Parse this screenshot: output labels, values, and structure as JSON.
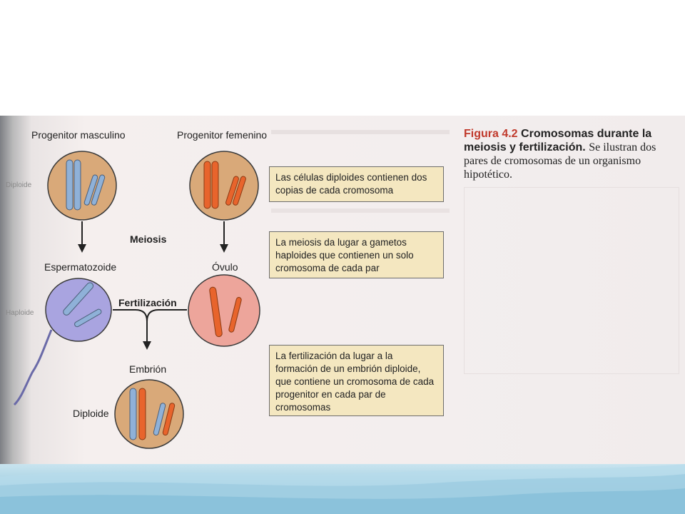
{
  "labels": {
    "male_parent": "Progenitor masculino",
    "female_parent": "Progenitor femenino",
    "side_diploid": "Diploide",
    "side_haploid": "Haploide",
    "meiosis": "Meiosis",
    "sperm": "Espermatozoide",
    "ovum": "Óvulo",
    "fertilization": "Fertilización",
    "embryo": "Embrión",
    "diploid_bottom": "Diploide"
  },
  "boxes": {
    "box1": "Las células diploides contienen dos copias de cada cromosoma",
    "box2": "La meiosis da lugar a gametos haploides que contienen un solo cromosoma de cada par",
    "box3": "La fertilización da lugar a la formación de un embrión diploide, que contiene un cromosoma de cada progenitor en cada par de cromosomas"
  },
  "figure": {
    "number": "Figura 4.2",
    "title": "Cromosomas durante la meiosis y fertilización.",
    "description": "Se ilustran dos pares de cromosomas de un organismo hipotético."
  },
  "colors": {
    "cell_fill": "#d9a979",
    "cell_border": "#3a3a3a",
    "male_chromosome": "#8fb1d8",
    "female_chromosome": "#e8642c",
    "sperm_fill": "#a9a4e0",
    "ovum_fill": "#eda59b",
    "box_fill": "#f4e7c0",
    "figure_number": "#c0392b"
  }
}
